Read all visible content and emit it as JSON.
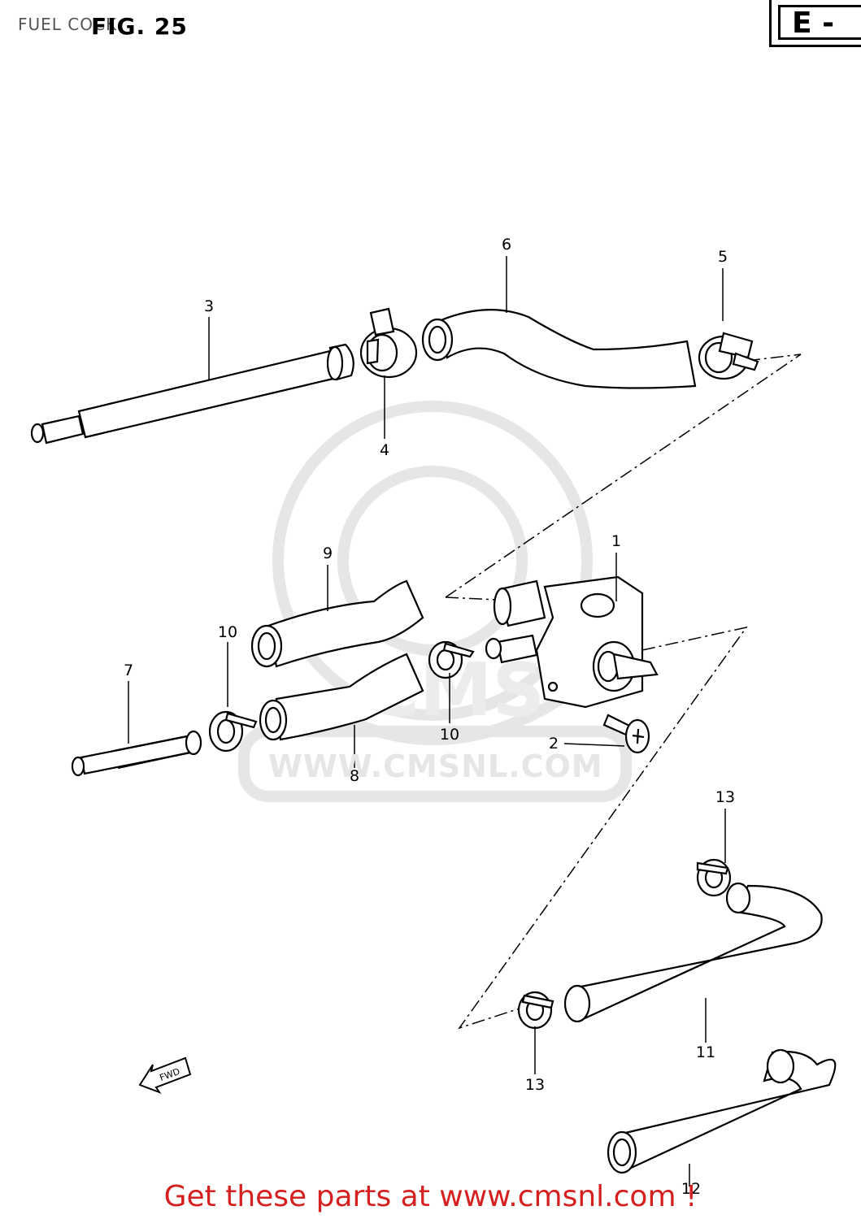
{
  "header": {
    "page_title": "FUEL COCK",
    "figure_label": "FIG. 25",
    "corner_code": "E -"
  },
  "callouts": [
    {
      "id": "1",
      "label": "1"
    },
    {
      "id": "2",
      "label": "2"
    },
    {
      "id": "3",
      "label": "3"
    },
    {
      "id": "4",
      "label": "4"
    },
    {
      "id": "5",
      "label": "5"
    },
    {
      "id": "6",
      "label": "6"
    },
    {
      "id": "7",
      "label": "7"
    },
    {
      "id": "8",
      "label": "8"
    },
    {
      "id": "9",
      "label": "9"
    },
    {
      "id": "10a",
      "label": "10"
    },
    {
      "id": "10b",
      "label": "10"
    },
    {
      "id": "11",
      "label": "11"
    },
    {
      "id": "12",
      "label": "12"
    },
    {
      "id": "13a",
      "label": "13"
    },
    {
      "id": "13b",
      "label": "13"
    }
  ],
  "watermark": {
    "text": "WWW.CMSNL.COM",
    "logo_text": "CMS"
  },
  "direction_arrow": {
    "text": "FWD"
  },
  "footer": {
    "text": "Get these parts at www.cmsnl.com !"
  },
  "colors": {
    "line": "#000000",
    "watermark": "#e6e6e6",
    "footer": "#d62020",
    "background": "#ffffff"
  }
}
